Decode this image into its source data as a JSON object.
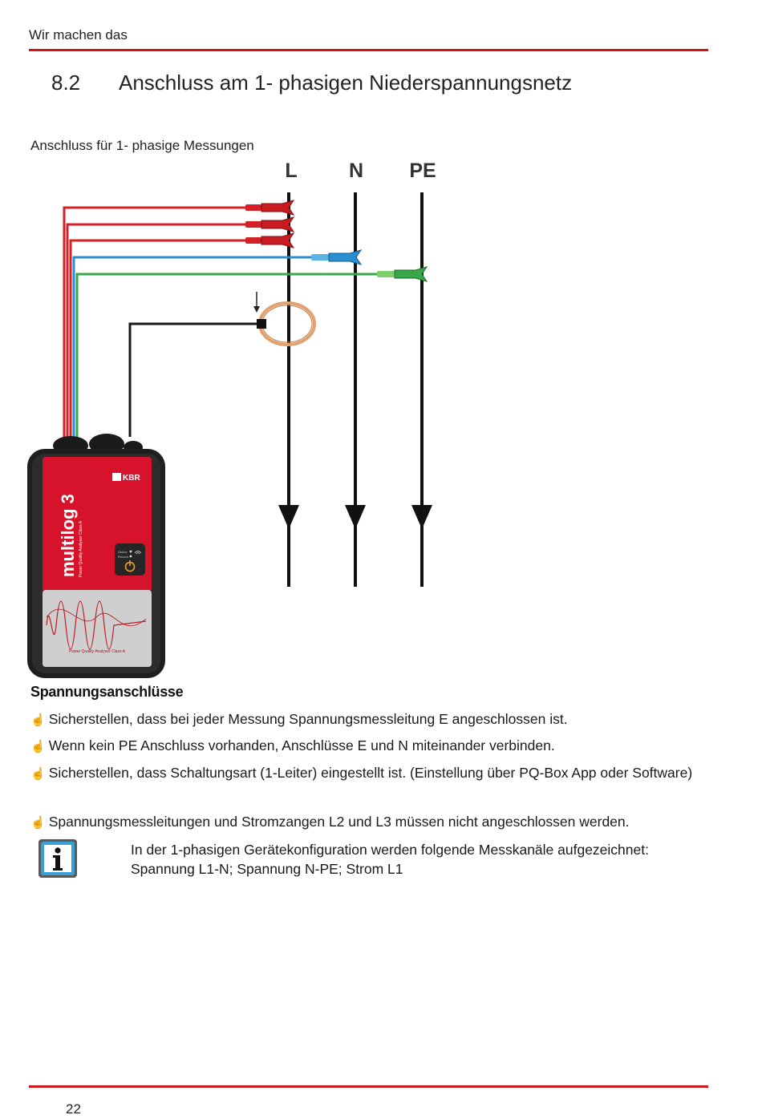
{
  "header": {
    "text": "Wir machen das"
  },
  "section": {
    "number": "8.2",
    "title": "Anschluss am 1- phasigen Niederspannungsnetz"
  },
  "caption": "Anschluss für 1- phasige Messungen",
  "diagram": {
    "phase_labels": [
      "L",
      "N",
      "PE"
    ],
    "device": {
      "name": "multilog 3",
      "subtitle": "Power Quality Analyser Class A",
      "brand": "KBR",
      "status_labels": [
        "Online",
        "Record"
      ],
      "bottom_label": "Power Quality Analyser Class A"
    },
    "colors": {
      "red_lead": "#d42026",
      "blue_lead": "#2a8fd0",
      "green_lead": "#3aa64a",
      "black_lead": "#1a1a1a",
      "ct_ring": "#e0a070",
      "device_red": "#d7132b"
    }
  },
  "voltage_section": {
    "heading": "Spannungsanschlüsse",
    "bullet_icon": "hand-pointer-icon",
    "bullets": [
      "Sicherstellen, dass bei jeder Messung Spannungsmessleitung E angeschlossen ist.",
      "Wenn kein PE Anschluss vorhanden, Anschlüsse E und N miteinander verbinden.",
      "Sicherstellen, dass Schaltungsart (1-Leiter) eingestellt ist. (Einstellung über PQ-Box App oder Software)",
      "Spannungsmessleitungen und Stromzangen L2 und L3 müssen nicht angeschlossen werden."
    ]
  },
  "info": {
    "icon": "info-icon",
    "line1": "In der 1-phasigen Gerätekonfiguration werden folgende Messkanäle aufgezeichnet:",
    "line2": "Spannung L1-N; Spannung N-PE; Strom L1"
  },
  "footer": {
    "page_number": "22",
    "rule_color": "#d0141c"
  }
}
